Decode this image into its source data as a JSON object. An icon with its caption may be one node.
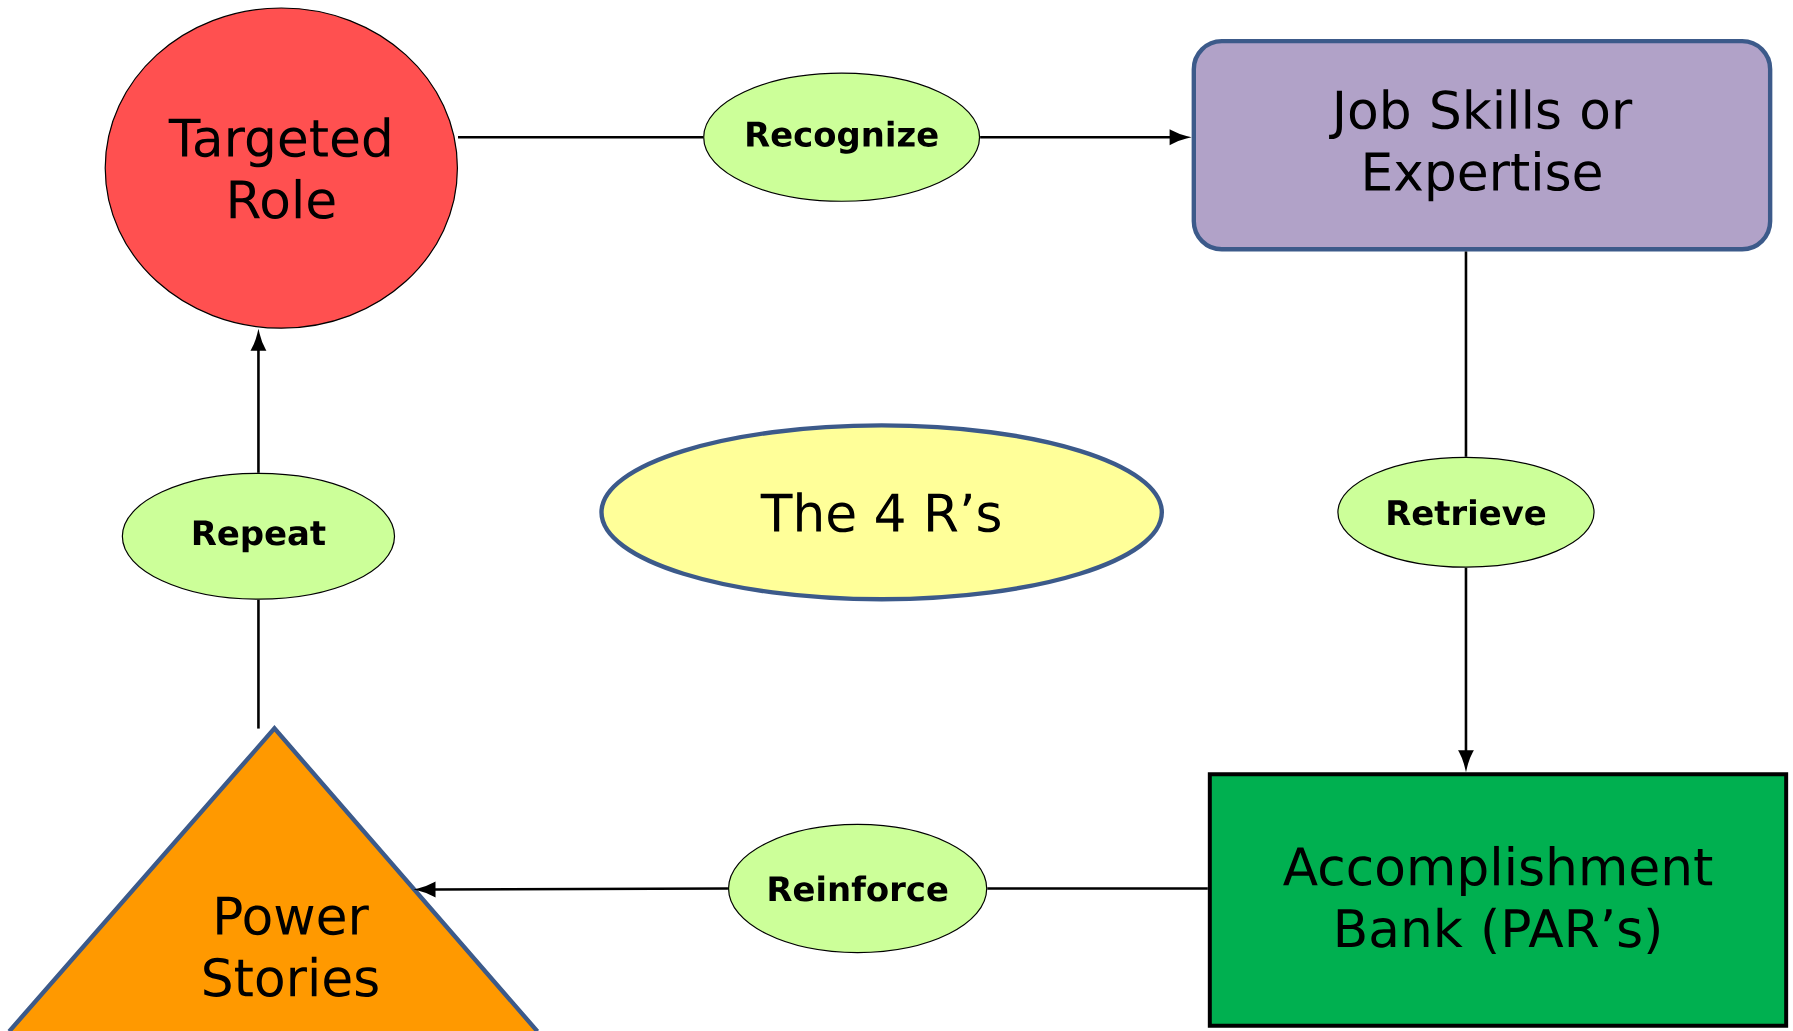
{
  "diagram": {
    "nodes": [
      {
        "text": [
          "Targeted Role"
        ]
      },
      {
        "text": [
          "Recognize"
        ]
      },
      {
        "text": [
          "Job Skills or Expertise"
        ]
      },
      {
        "text": [
          "The 4 R’s"
        ]
      },
      {
        "text": [
          "Repeat"
        ]
      },
      {
        "text": [
          "Retrieve"
        ]
      },
      {
        "text": [
          "Power Stories"
        ]
      },
      {
        "text": [
          "Reinforce"
        ]
      },
      {
        "text": [
          "Accomplishment Bank (PAR’s)"
        ]
      }
    ],
    "edges": [
      {
        "from": 0,
        "to": 1,
        "arrow": "none"
      },
      {
        "from": 1,
        "to": 2,
        "arrow": "to"
      },
      {
        "from": 2,
        "to": 5,
        "arrow": "none"
      },
      {
        "from": 5,
        "to": 8,
        "arrow": "to"
      },
      {
        "from": 8,
        "to": 7,
        "arrow": "none"
      },
      {
        "from": 7,
        "to": 6,
        "arrow": "to"
      },
      {
        "from": 6,
        "to": 4,
        "arrow": "none"
      },
      {
        "from": 4,
        "to": 0,
        "arrow": "to"
      }
    ]
  }
}
